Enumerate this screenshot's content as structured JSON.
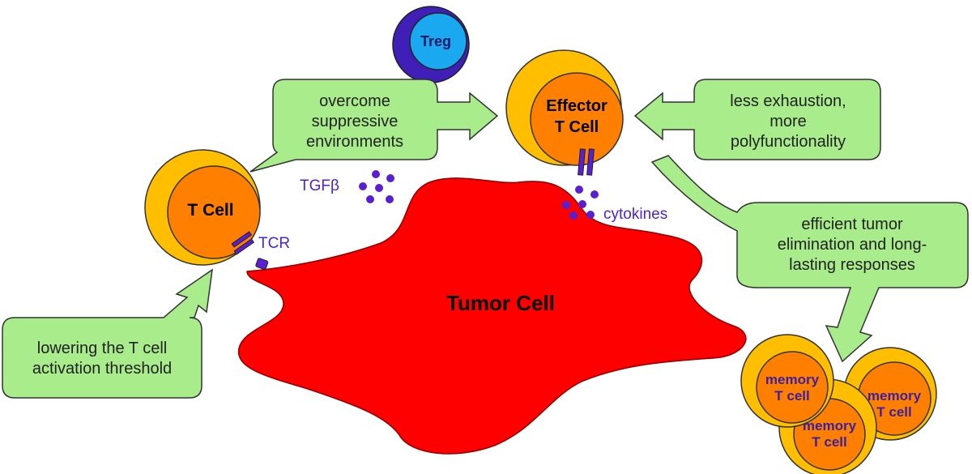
{
  "diagram": {
    "cells": {
      "tcell": "T Cell",
      "effector_line1": "Effector",
      "effector_line2": "T Cell",
      "treg": "Treg",
      "tumor": "Tumor Cell",
      "memory1_line1": "memory",
      "memory1_line2": "T cell",
      "memory2_line1": "memory",
      "memory2_line2": "T cell",
      "memory3_line1": "memory",
      "memory3_line2": "T cell"
    },
    "labels": {
      "tcr": "TCR",
      "tgfb": "TGFβ",
      "cytokines": "cytokines"
    },
    "callouts": {
      "suppressive": [
        "overcome",
        "suppressive",
        "environments"
      ],
      "exhaustion": [
        "less exhaustion,",
        "more",
        "polyfunctionality"
      ],
      "elimination": [
        "efficient tumor",
        "elimination and long-",
        "lasting responses"
      ],
      "threshold": [
        "lowering the T cell",
        "activation threshold"
      ]
    },
    "colors": {
      "cell_outer": "#FFBF00",
      "cell_inner": "#FF8000",
      "tumor": "#FF0000",
      "treg_outer": "#3F1FB8",
      "treg_inner": "#1AA8F0",
      "callout": "#A8EC8C",
      "molecule": "#5A1FD0",
      "label_blue": "#4B22D8"
    }
  }
}
